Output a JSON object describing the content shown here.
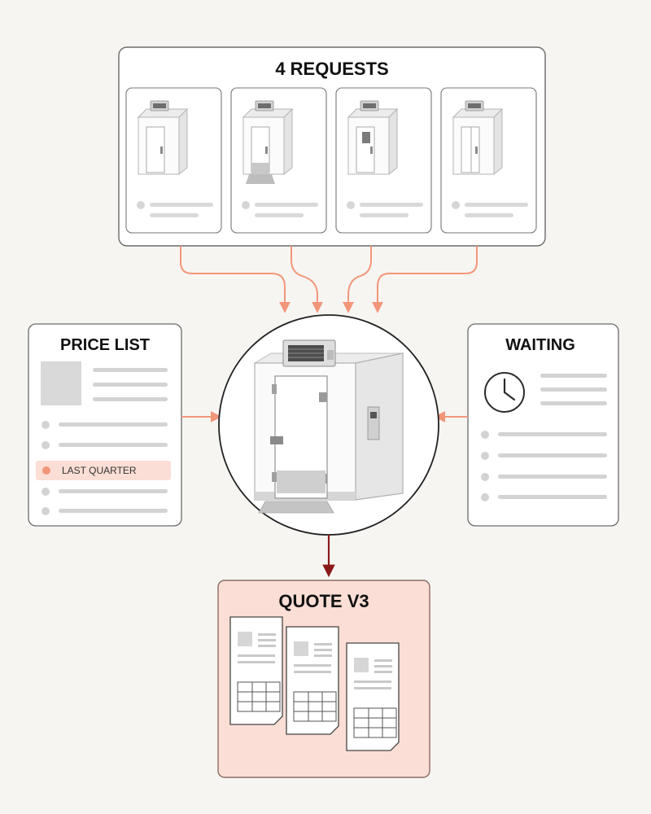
{
  "requests": {
    "title": "4 REQUESTS"
  },
  "price_list": {
    "title": "PRICE LIST",
    "highlight": "LAST QUARTER"
  },
  "waiting": {
    "title": "WAITING"
  },
  "quote": {
    "title": "QUOTE V3"
  },
  "icons": {
    "cold_room": "walk-in-cold-room-icon",
    "clock": "clock-icon",
    "document": "document-icon"
  },
  "colors": {
    "accent": "#f2967a",
    "accent_fill": "#fbded5",
    "output_arrow": "#8b1a1a",
    "panel_border": "#6b6b6b",
    "placeholder": "#d6d6d6"
  }
}
